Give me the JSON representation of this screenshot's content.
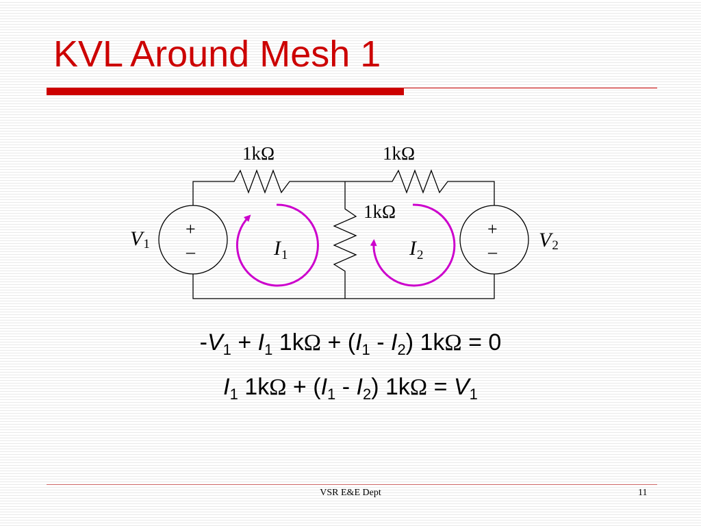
{
  "slide": {
    "title": "KVL Around Mesh 1",
    "footer_text": "VSR E&E Dept",
    "page_number": "11",
    "accent_color": "#cc0000",
    "loop_color": "#cc00cc"
  },
  "circuit": {
    "r_top_left": "1kΩ",
    "r_top_right": "1kΩ",
    "r_middle": "1kΩ",
    "source_left": {
      "symbol": "V",
      "sub": "1",
      "plus": "+",
      "minus": "–"
    },
    "source_right": {
      "symbol": "V",
      "sub": "2",
      "plus": "+",
      "minus": "–"
    },
    "mesh1": {
      "symbol": "I",
      "sub": "1"
    },
    "mesh2": {
      "symbol": "I",
      "sub": "2"
    }
  },
  "equations": {
    "eq1": {
      "lead_sign": "-",
      "v1": "V",
      "v1_sub": "1",
      "plus1": " + ",
      "i1a": "I",
      "i1a_sub": "1",
      "term1": " 1k",
      "omega1": "Ω",
      "plus2": " + (",
      "i1b": "I",
      "i1b_sub": "1",
      "minus": " - ",
      "i2": "I",
      "i2_sub": "2",
      "close": ") 1k",
      "omega2": "Ω",
      "rhs": " = 0"
    },
    "eq2": {
      "i1a": "I",
      "i1a_sub": "1",
      "term1": " 1k",
      "omega1": "Ω",
      "plus": " + (",
      "i1b": "I",
      "i1b_sub": "1",
      "minus": " - ",
      "i2": "I",
      "i2_sub": "2",
      "close": ") 1k",
      "omega2": "Ω",
      "equals": " = ",
      "v1": "V",
      "v1_sub": "1"
    }
  }
}
